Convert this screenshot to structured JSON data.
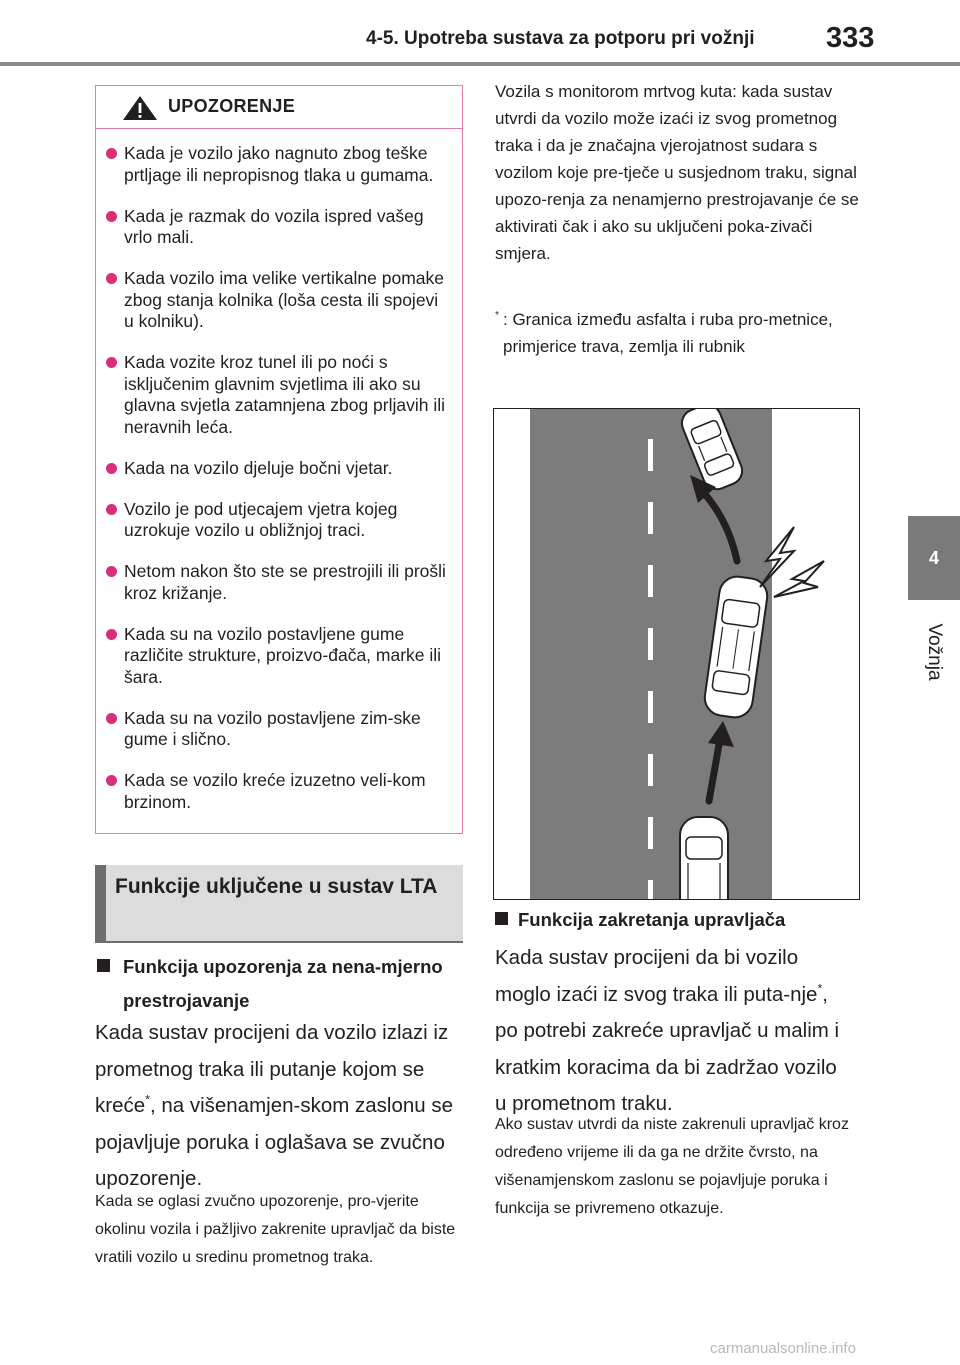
{
  "header": {
    "section_title": "4-5. Upotreba sustava za potporu pri vožnji",
    "page_number": "333"
  },
  "side_tab": {
    "number": "4",
    "label": "Vožnja"
  },
  "warning": {
    "title": "UPOZORENJE",
    "items": [
      "Kada je vozilo jako nagnuto zbog teške prtljage ili nepropisnog tlaka u gumama.",
      "Kada je razmak do vozila ispred vašeg vrlo mali.",
      "Kada vozilo ima velike vertikalne pomake zbog stanja kolnika (loša cesta ili spojevi u kolniku).",
      "Kada vozite kroz tunel ili po noći s isključenim glavnim svjetlima ili ako su glavna svjetla zatamnjena zbog prljavih ili neravnih leća.",
      "Kada na vozilo djeluje bočni vjetar.",
      "Vozilo je pod utjecajem vjetra kojeg uzrokuje vozilo u obližnjoj traci.",
      "Netom nakon što ste se prestrojili ili prošli kroz križanje.",
      "Kada su na vozilo postavljene gume različite strukture, proizvo-đača, marke ili šara.",
      "Kada su na vozilo postavljene zim-ske gume i slično.",
      "Kada se vozilo kreće izuzetno veli-kom brzinom."
    ]
  },
  "section": {
    "title": "Funkcije uključene u sustav LTA"
  },
  "lane_departure": {
    "heading": "Funkcija upozorenja za nena-mjerno prestrojavanje",
    "body_before": "Kada sustav procijeni da vozilo izlazi iz prometnog traka ili putanje kojom se kreće",
    "asterisk": "*",
    "body_after": ", na višenamjen-skom zaslonu se pojavljuje poruka i oglašava se zvučno upozorenje.",
    "note": "Kada se oglasi zvučno upozorenje, pro-vjerite okolinu vozila i pažljivo zakrenite upravljač da biste vratili vozilo u sredinu prometnog traka."
  },
  "right_column": {
    "blind_spot_text": "Vozila s monitorom mrtvog kuta: kada sustav utvrdi da vozilo može izaći iz svog prometnog traka i da je značajna vjerojatnost sudara s vozilom koje pre-tječe u susjednom traku, signal upozo-renja za nenamjerno prestrojavanje će se aktivirati čak i ako su uključeni poka-zivači smjera.",
    "footnote_mark": "*",
    "footnote_text": ": Granica između asfalta i ruba pro-metnice, primjerice trava, zemlja ili rubnik"
  },
  "steering_assist": {
    "heading": "Funkcija zakretanja upravljača",
    "body_before": "Kada sustav procijeni da bi vozilo moglo izaći iz svog traka ili puta-nje",
    "asterisk": "*",
    "body_after": ", po potrebi zakreće upravljač u malim i kratkim koracima da bi zadržao vozilo u prometnom traku.",
    "note": "Ako sustav utvrdi da niste zakrenuli upravljač kroz određeno vrijeme ili da ga ne držite čvrsto, na višenamjenskom zaslonu se pojavljuje poruka i funkcija se privremeno otkazuje."
  },
  "watermark": "carmanualsonline.info",
  "colors": {
    "accent": "#d6307a",
    "road": "#7c7c7c",
    "heading_bg": "#dcdcdc",
    "tab": "#7a7a7a"
  }
}
